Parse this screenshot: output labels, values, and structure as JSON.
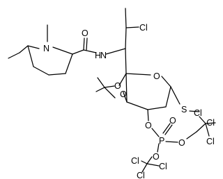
{
  "molecule": {
    "atoms": {
      "N_ring": "N",
      "C_carbonyl_O": "O",
      "N_amide": "N",
      "H_amide": "H",
      "Cl_side": "Cl",
      "O_ring": "O",
      "S": "S",
      "O_acetal_1": "O",
      "O_acetal_2": "O",
      "O_phosphate_link": "O",
      "P": "P",
      "O_phosphoryl": "O",
      "O_ester_1": "O",
      "O_ester_2": "O",
      "Cl_a1": "Cl",
      "Cl_a2": "Cl",
      "Cl_a3": "Cl",
      "Cl_b1": "Cl",
      "Cl_b2": "Cl",
      "Cl_b3": "Cl"
    }
  }
}
